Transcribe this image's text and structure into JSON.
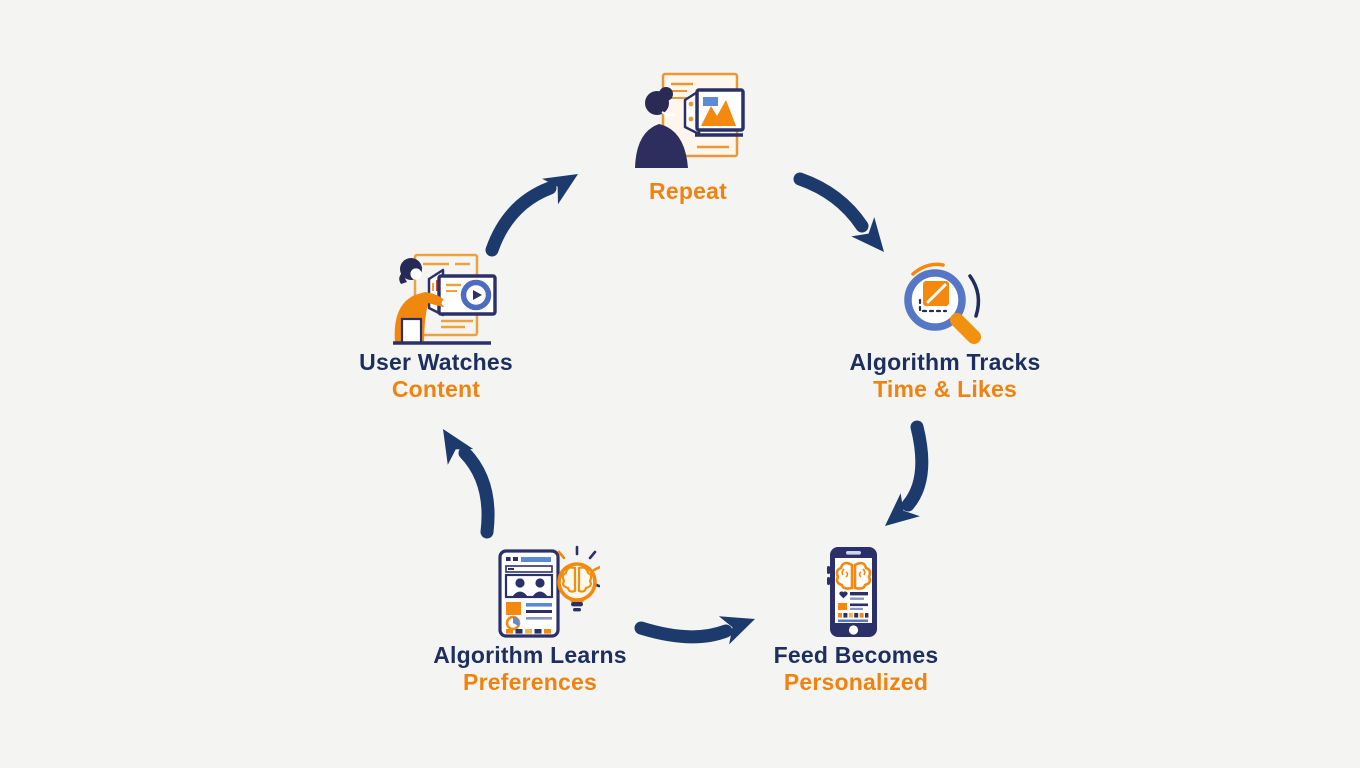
{
  "page": {
    "background_color": "#f4f4f2",
    "description": "Circular diagram of a content recommendation feedback loop"
  },
  "palette": {
    "navy_text": "#1d2f5f",
    "orange_text": "#f0830f",
    "arrow_navy": "#1c3a6b",
    "accent_blue": "#5577c5",
    "accent_orange": "#f5880f"
  },
  "cycle": {
    "nodes": {
      "repeat": {
        "label": "Repeat",
        "icon": "person-viewing-chart-icon"
      },
      "algorithm_tracks": {
        "title": "Algorithm Tracks",
        "subtitle": "Time & Likes",
        "icon": "magnifier-chart-icon"
      },
      "feed_personalized": {
        "title": "Feed Becomes",
        "subtitle": "Personalized",
        "icon": "smartphone-brain-icon"
      },
      "algorithm_learns": {
        "title": "Algorithm Learns",
        "subtitle": "Preferences",
        "icon": "document-lightbulb-icon"
      },
      "user_watches": {
        "title": "User Watches",
        "subtitle": "Content",
        "icon": "person-watching-screen-icon"
      }
    },
    "arrows": [
      "user-watches-to-repeat",
      "repeat-to-algorithm-tracks",
      "algorithm-tracks-to-feed",
      "algorithm-learns-to-feed",
      "algorithm-learns-to-user-watches"
    ]
  }
}
